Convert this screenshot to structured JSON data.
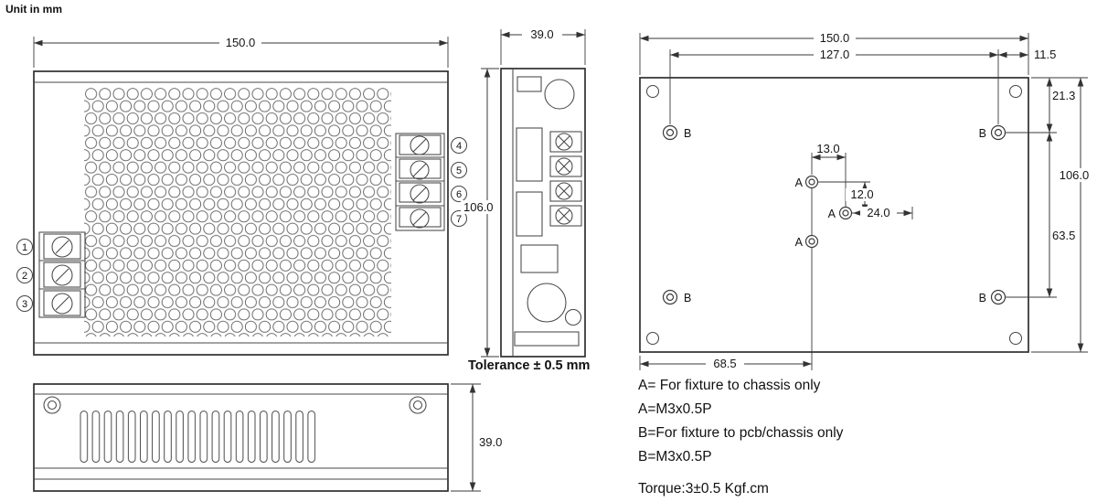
{
  "meta": {
    "unit_note": "Unit in mm",
    "tolerance_note": "Tolerance ± 0.5 mm"
  },
  "top_view": {
    "width": "150.0",
    "terminals_left": [
      "1",
      "2",
      "3"
    ],
    "terminals_right": [
      "4",
      "5",
      "6",
      "7"
    ]
  },
  "side_view": {
    "width": "39.0",
    "height": "106.0"
  },
  "front_view": {
    "height": "39.0"
  },
  "bottom_view": {
    "overall_width": "150.0",
    "b_hole_span": "127.0",
    "b_edge_offset": "11.5",
    "b_top_offset": "21.3",
    "overall_height": "106.0",
    "b_vertical_span": "63.5",
    "a_span_x": "13.0",
    "a_span_y": "12.0",
    "a_offset_x": "24.0",
    "a_bottom_offset": "68.5",
    "label_a": "A",
    "label_b": "B"
  },
  "notes": {
    "lines": [
      "A= For fixture to chassis only",
      "A=M3x0.5P",
      "B=For fixture to pcb/chassis only",
      "B=M3x0.5P",
      "Torque:3±0.5 Kgf.cm"
    ]
  }
}
